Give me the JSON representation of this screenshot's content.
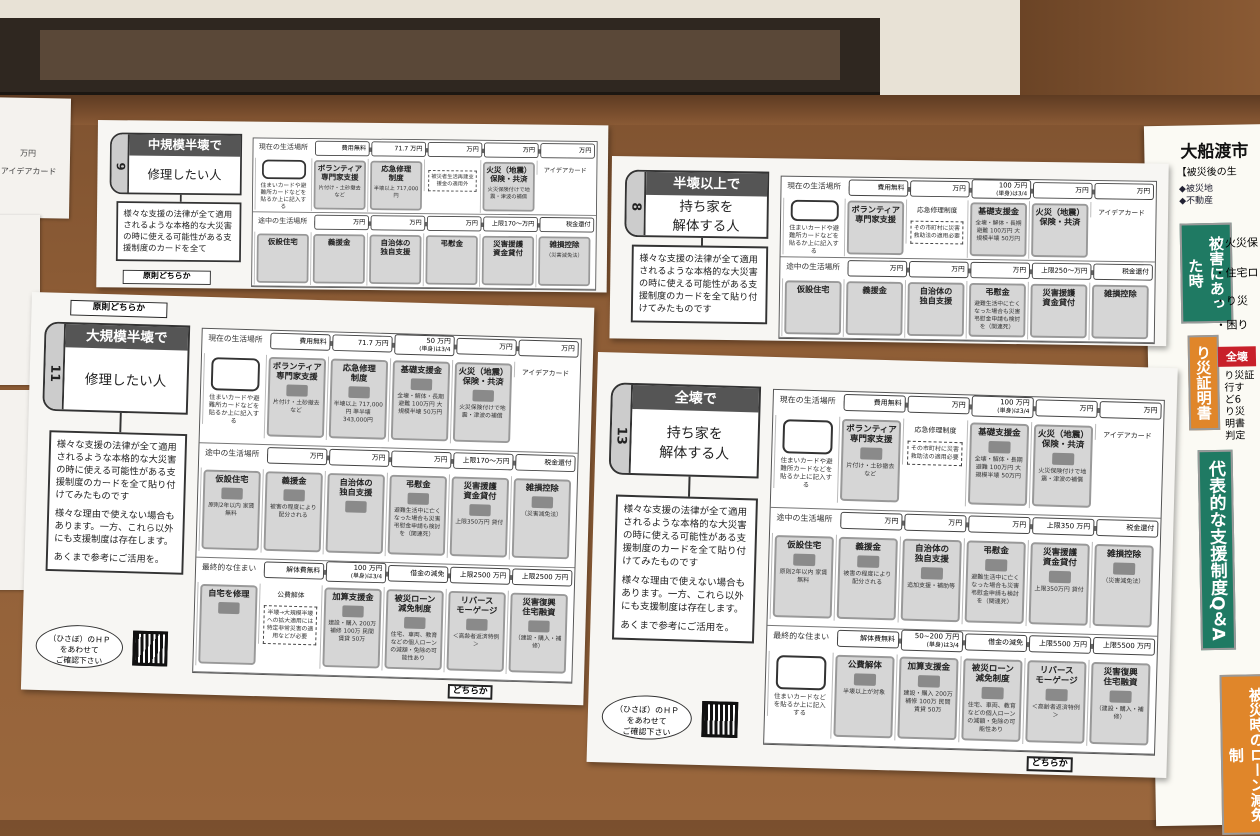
{
  "left_edge": {
    "amount": "万円",
    "idea": "アイデアカード"
  },
  "sheets": [
    {
      "id": "9",
      "number": "9",
      "header": "中規模半壊で",
      "title": "修理したい人",
      "desc": [
        "様々な支援の法律が全て適用されるような本格的な大災害の時に使える可能性がある支援制度のカードを全て"
      ],
      "arrow": "原則どちらか",
      "rows": [
        {
          "label": "現在の生活場所",
          "tags": [
            {
              "text": "費用無料"
            },
            {
              "text": "71.7 万円"
            },
            {
              "text": "万円"
            },
            {
              "text": "万円"
            },
            {
              "text": "万円"
            }
          ],
          "cards": [
            {
              "type": "blank",
              "note": "住まいカードや避難所カードなどを貼るか上に記入する"
            },
            {
              "type": "box",
              "title": "ボランティア\n専門家支援",
              "note": "片付け・土砂撤去など"
            },
            {
              "type": "box",
              "title": "応急修理\n制度",
              "note": "半壊以上 717,000円"
            },
            {
              "type": "plain",
              "title": "",
              "note": "被災者生活再建支援金の適用外"
            },
            {
              "type": "box",
              "title": "火災（地震）\n保険・共済",
              "note": "火災保険付けで地震・津波の補償"
            },
            {
              "type": "plain",
              "title": "アイデアカード"
            }
          ]
        },
        {
          "label": "途中の生活場所",
          "tags": [
            {
              "text": "万円"
            },
            {
              "text": "万円"
            },
            {
              "text": "万円"
            },
            {
              "text": "上限170～万円"
            },
            {
              "text": "税金還付"
            }
          ],
          "cards": [
            {
              "type": "box",
              "title": "仮設住宅"
            },
            {
              "type": "box",
              "title": "義援金"
            },
            {
              "type": "box",
              "title": "自治体の\n独自支援"
            },
            {
              "type": "box",
              "title": "弔慰金"
            },
            {
              "type": "box",
              "title": "災害援護\n資金貸付"
            },
            {
              "type": "box",
              "title": "雑損控除",
              "note": "（災害減免法）"
            }
          ]
        }
      ]
    },
    {
      "id": "8",
      "number": "8",
      "header": "半壊以上で",
      "title": "持ち家を\n解体する人",
      "desc": [
        "様々な支援の法律が全て適用されるような本格的な大災害の時に使える可能性がある支援制度のカードを全て貼り付けてみたものです"
      ],
      "rows": [
        {
          "label": "現在の生活場所",
          "tags": [
            {
              "text": "費用無料"
            },
            {
              "text": "万円"
            },
            {
              "text": "100 万円",
              "sub": "(単身)は3/4"
            },
            {
              "text": "万円"
            },
            {
              "text": "万円"
            }
          ],
          "cards": [
            {
              "type": "blank",
              "note": "住まいカードや避難所カードなどを貼るか上に記入する"
            },
            {
              "type": "box",
              "title": "ボランティア\n専門家支援"
            },
            {
              "type": "plain",
              "title": "応急修理制度",
              "note": "その市町村に災害救助法の適用必要"
            },
            {
              "type": "box",
              "title": "基礎支援金",
              "note": "全壊・解体・長期避難 100万円 大規模半壊 50万円"
            },
            {
              "type": "box",
              "title": "火災（地震）\n保険・共済"
            },
            {
              "type": "plain",
              "title": "アイデアカード"
            }
          ]
        },
        {
          "label": "途中の生活場所",
          "tags": [
            {
              "text": "万円"
            },
            {
              "text": "万円"
            },
            {
              "text": "万円"
            },
            {
              "text": "上限250～万円"
            },
            {
              "text": "税金還付"
            }
          ],
          "cards": [
            {
              "type": "box",
              "title": "仮設住宅"
            },
            {
              "type": "box",
              "title": "義援金"
            },
            {
              "type": "box",
              "title": "自治体の\n独自支援"
            },
            {
              "type": "box",
              "title": "弔慰金",
              "note": "避難生活中に亡くなった場合も災害弔慰金申請も検討を（関連死）"
            },
            {
              "type": "box",
              "title": "災害援護\n資金貸付"
            },
            {
              "type": "box",
              "title": "雑損控除"
            }
          ]
        }
      ]
    },
    {
      "id": "11",
      "number": "11",
      "header": "大規模半壊で",
      "title": "修理したい人",
      "desc": [
        "様々な支援の法律が全て適用されるような本格的な大災害の時に使える可能性がある支援制度のカードを全て貼り付けてみたものです",
        "様々な理由で使えない場合もあります。一方、これら以外にも支援制度は存在します。",
        "あくまで参考にご活用を。"
      ],
      "bubble": "（ひさぼ）のＨＰ\nをあわせて\nご確認下さい",
      "arrow": "原則どちらか",
      "either": "どちらか",
      "rows": [
        {
          "label": "現在の生活場所",
          "tags": [
            {
              "text": "費用無料"
            },
            {
              "text": "71.7 万円"
            },
            {
              "text": "50 万円",
              "sub": "(単身)は3/4"
            },
            {
              "text": "万円"
            },
            {
              "text": "万円"
            }
          ],
          "cards": [
            {
              "type": "blank",
              "note": "住まいカードや避難所カードなどを貼るか上に記入する"
            },
            {
              "type": "box",
              "title": "ボランティア\n専門家支援",
              "note": "片付け・土砂撤去など"
            },
            {
              "type": "box",
              "title": "応急修理\n制度",
              "note": "半壊以上 717,000円 準半壊 343,000円"
            },
            {
              "type": "box",
              "title": "基礎支援金",
              "note": "全壊・解体・長期避難 100万円 大規模半壊 50万円"
            },
            {
              "type": "box",
              "title": "火災（地震）\n保険・共済",
              "note": "火災保険付けで地震・津波の補償"
            },
            {
              "type": "plain",
              "title": "アイデアカード"
            }
          ]
        },
        {
          "label": "途中の生活場所",
          "tags": [
            {
              "text": "万円"
            },
            {
              "text": "万円"
            },
            {
              "text": "万円"
            },
            {
              "text": "上限170～万円"
            },
            {
              "text": "税金還付"
            }
          ],
          "cards": [
            {
              "type": "box",
              "title": "仮設住宅",
              "note": "原則2年以内 家賃無料"
            },
            {
              "type": "box",
              "title": "義援金",
              "note": "被害の程度により配分される"
            },
            {
              "type": "box",
              "title": "自治体の\n独自支援"
            },
            {
              "type": "box",
              "title": "弔慰金",
              "note": "避難生活中に亡くなった場合も災害弔慰金申請も検討を（関連死）"
            },
            {
              "type": "box",
              "title": "災害援護\n資金貸付",
              "note": "上限350万円 貸付"
            },
            {
              "type": "box",
              "title": "雑損控除",
              "note": "（災害減免法）"
            }
          ]
        },
        {
          "label": "最終的な住まい",
          "tags": [
            {
              "text": "解体費無料"
            },
            {
              "text": "100 万円",
              "sub": "(単身)は3/4"
            },
            {
              "text": "借金の減免"
            },
            {
              "text": "上限2500 万円"
            },
            {
              "text": "上限2500 万円"
            }
          ],
          "cards": [
            {
              "type": "box",
              "title": "自宅を修理"
            },
            {
              "type": "plain",
              "title": "公費解体",
              "note": "半壊→大規模半壊への拡大適用には特定非常災害の適用などが必要"
            },
            {
              "type": "box",
              "title": "加算支援金",
              "note": "建設・購入 200万 補修 100万 民間賃貸 50万"
            },
            {
              "type": "box",
              "title": "被災ローン\n減免制度",
              "note": "住宅、車両、教育などの個人ローンの減額・免除の可能性あり"
            },
            {
              "type": "box",
              "title": "リバース\nモーゲージ",
              "note": "＜高齢者返済特例＞"
            },
            {
              "type": "box",
              "title": "災害復興\n住宅融資",
              "note": "（建設・購入・補修）"
            }
          ]
        }
      ]
    },
    {
      "id": "13",
      "number": "13",
      "header": "全壊で",
      "title": "持ち家を\n解体する人",
      "desc": [
        "様々な支援の法律が全て適用されるような本格的な大災害の時に使える可能性がある支援制度のカードを全て貼り付けてみたものです",
        "様々な理由で使えない場合もあります。一方、これら以外にも支援制度は存在します。",
        "あくまで参考にご活用を。"
      ],
      "bubble": "（ひさぼ）のＨＰ\nをあわせて\nご確認下さい",
      "either": "どちらか",
      "rows": [
        {
          "label": "現在の生活場所",
          "tags": [
            {
              "text": "費用無料"
            },
            {
              "text": "万円"
            },
            {
              "text": "100 万円",
              "sub": "(単身)は3/4"
            },
            {
              "text": "万円"
            },
            {
              "text": "万円"
            }
          ],
          "cards": [
            {
              "type": "blank",
              "note": "住まいカードや避難所カードなどを貼るか上に記入する"
            },
            {
              "type": "box",
              "title": "ボランティア\n専門家支援",
              "note": "片付け・土砂撤去など"
            },
            {
              "type": "plain",
              "title": "応急修理制度",
              "note": "その市町村に災害救助法の適用必要"
            },
            {
              "type": "box",
              "title": "基礎支援金",
              "note": "全壊・解体・長期避難 100万円 大規模半壊 50万円"
            },
            {
              "type": "box",
              "title": "火災（地震）\n保険・共済",
              "note": "火災保険付けで地震・津波の補償"
            },
            {
              "type": "plain",
              "title": "アイデアカード"
            }
          ]
        },
        {
          "label": "途中の生活場所",
          "tags": [
            {
              "text": "万円"
            },
            {
              "text": "万円"
            },
            {
              "text": "万円"
            },
            {
              "text": "上限350 万円"
            },
            {
              "text": "税金還付"
            }
          ],
          "cards": [
            {
              "type": "box",
              "title": "仮設住宅",
              "note": "原則2年以内 家賃無料"
            },
            {
              "type": "box",
              "title": "義援金",
              "note": "被害の程度により配分される"
            },
            {
              "type": "box",
              "title": "自治体の\n独自支援",
              "note": "追加支援・補助等"
            },
            {
              "type": "box",
              "title": "弔慰金",
              "note": "避難生活中に亡くなった場合も災害弔慰金申請も検討を（関連死）"
            },
            {
              "type": "box",
              "title": "災害援護\n資金貸付",
              "note": "上限350万円 貸付"
            },
            {
              "type": "box",
              "title": "雑損控除",
              "note": "（災害減免法）"
            }
          ]
        },
        {
          "label": "最終的な住まい",
          "tags": [
            {
              "text": "解体費無料"
            },
            {
              "text": "50~200 万円",
              "sub": "(単身)は3/4"
            },
            {
              "text": "借金の減免"
            },
            {
              "text": "上限5500 万円"
            },
            {
              "text": "上限5500 万円"
            }
          ],
          "cards": [
            {
              "type": "blank",
              "note": "住まいカードなどを貼るか上に記入する"
            },
            {
              "type": "box",
              "title": "公費解体",
              "note": "半壊以上が対象"
            },
            {
              "type": "box",
              "title": "加算支援金",
              "note": "建設・購入 200万 補修 100万 民間賃貸 50万"
            },
            {
              "type": "box",
              "title": "被災ローン\n減免制度",
              "note": "住宅、車両、教育などの個人ローンの減額・免除の可能性あり"
            },
            {
              "type": "box",
              "title": "リバース\nモーゲージ",
              "note": "＜高齢者返済特例＞"
            },
            {
              "type": "box",
              "title": "災害復興\n住宅融資",
              "note": "（建設・購入・補修）"
            }
          ]
        }
      ]
    }
  ],
  "poster": {
    "title": "大船渡市",
    "subtitle": "【被災後の生",
    "bullets": [
      "◆被災地",
      "◆不動産"
    ],
    "sections": [
      {
        "label": "被害にあった時",
        "color": "#1f7a63"
      },
      {
        "label": "り災証明書",
        "color": "#e0862a"
      },
      {
        "label": "代表的な支援制度Q＆A",
        "color": "#1f7a63"
      },
      {
        "label": "被災時のローン減免制",
        "color": "#e0862a"
      }
    ],
    "items": [
      "・火災保",
      "・住宅ロ",
      "・り災",
      "・困り"
    ],
    "zenkai": "全壊",
    "risai_text": [
      "り災証",
      "行す",
      "ど6",
      "り災",
      "明書",
      "判定"
    ]
  }
}
